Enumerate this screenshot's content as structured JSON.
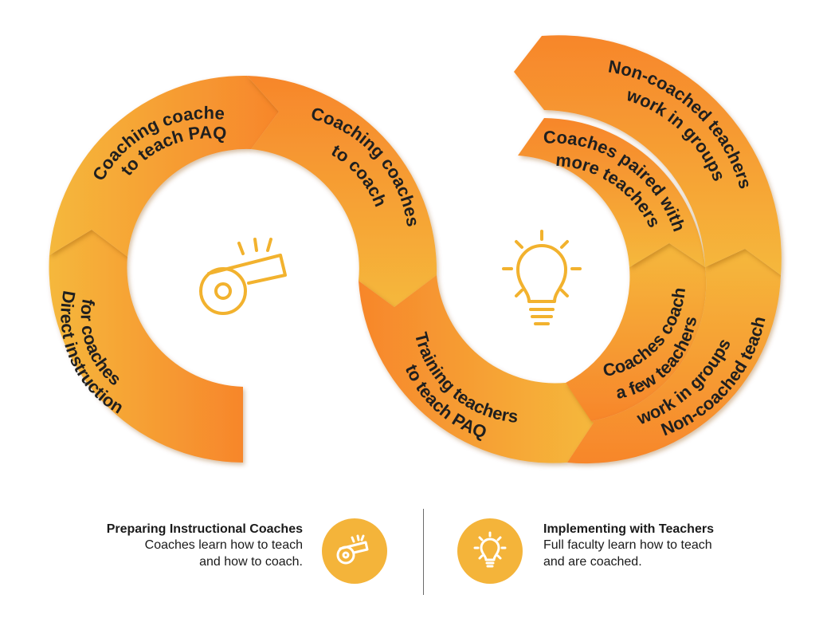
{
  "segments": [
    {
      "id": "direct",
      "lines": [
        "Direct instruction",
        "for coaches"
      ]
    },
    {
      "id": "coaching-paq",
      "lines": [
        "Coaching coaches",
        "to teach PAQ"
      ]
    },
    {
      "id": "coaching-coach",
      "lines": [
        "Coaching coaches",
        "to coach"
      ]
    },
    {
      "id": "training",
      "lines": [
        "Training teachers",
        "to teach PAQ"
      ]
    },
    {
      "id": "coaches-few",
      "lines": [
        "Coaches coach",
        "a few teachers"
      ]
    },
    {
      "id": "coaches-paired",
      "lines": [
        "Coaches paired with",
        "more teachers"
      ]
    },
    {
      "id": "noncoached-inner",
      "lines": [
        "Non-coached teachers",
        "work in groups"
      ]
    },
    {
      "id": "noncoached-outer",
      "lines": [
        "Non-coached teachers",
        "work in groups"
      ]
    }
  ],
  "icons": {
    "left": "whistle-icon",
    "right": "lightbulb-icon"
  },
  "legend": {
    "left": {
      "title": "Preparing Instructional Coaches",
      "desc1": "Coaches learn how to teach",
      "desc2": "and how to coach.",
      "icon": "whistle-icon"
    },
    "right": {
      "title": "Implementing with Teachers",
      "desc1": "Full faculty learn how to teach",
      "desc2": "and are coached.",
      "icon": "lightbulb-icon"
    }
  },
  "colors": {
    "orange_dark": "#f7862b",
    "orange_light": "#f5b43a",
    "icon": "#f2b22e",
    "text": "#1f1f1f"
  }
}
